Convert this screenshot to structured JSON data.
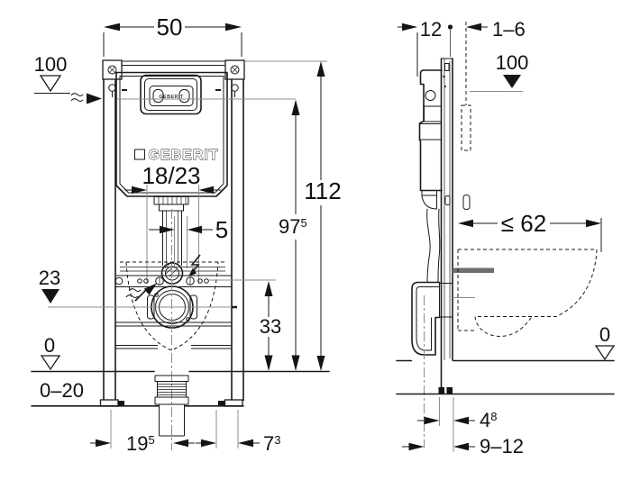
{
  "brand": "GEBERIT",
  "front_view": {
    "frame_width": "50",
    "supply_level": "100",
    "logo": "GEBERIT",
    "plate_label": "GEBERIT",
    "model": "18/23",
    "pipe_offset": "5",
    "total_height": "112",
    "actuation_height": {
      "main": "97",
      "sup": "5"
    },
    "outlet_level": "23",
    "fixing_height": "33",
    "floor_level": "0",
    "floor_buildup": "0–20",
    "dim_left": {
      "main": "19",
      "sup": "5"
    },
    "dim_right": {
      "main": "7",
      "sup": "3"
    }
  },
  "side_view": {
    "depth": "12",
    "wall_finish": "1–6",
    "actuation_level": "100",
    "max_projection": "≤ 62",
    "floor_level": "0",
    "front_distance": {
      "main": "4",
      "sup": "8"
    },
    "outlet_distance": "9–12"
  }
}
